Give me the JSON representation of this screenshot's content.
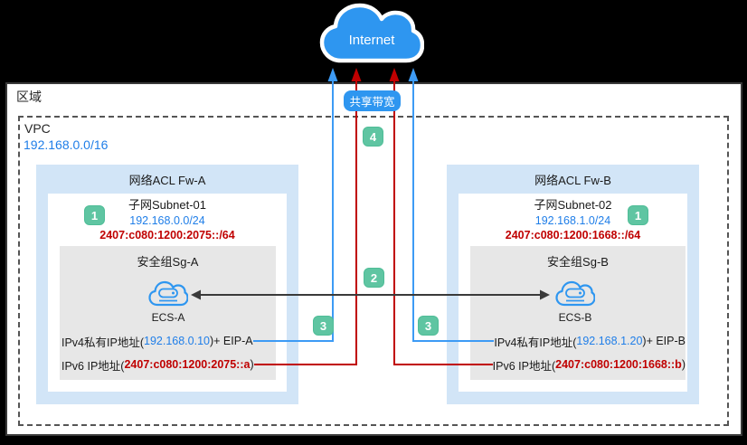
{
  "region": {
    "label": "区域"
  },
  "vpc": {
    "label": "VPC",
    "cidr": "192.168.0.0/16"
  },
  "internet": {
    "label": "Internet",
    "icon": "internet-cloud-icon"
  },
  "shared_bandwidth": {
    "label": "共享带宽"
  },
  "badges": {
    "one": "1",
    "two": "2",
    "three": "3",
    "four": "4"
  },
  "left": {
    "acl_title": "网络ACL Fw-A",
    "subnet_title": "子网Subnet-01",
    "subnet_ipv4": "192.168.0.0/24",
    "subnet_ipv6": "2407:c080:1200:2075::/64",
    "sg_title": "安全组Sg-A",
    "ecs_label": "ECS-A",
    "ecs_icon": "ecs-cloud-icon",
    "ipv4_prefix": "IPv4私有IP地址(",
    "ipv4_ip": "192.168.0.10",
    "ipv4_suffix": ")+ EIP-A",
    "ipv6_prefix": "IPv6 IP地址(",
    "ipv6_ip": "2407:c080:1200:2075::a",
    "ipv6_suffix": ")"
  },
  "right": {
    "acl_title": "网络ACL Fw-B",
    "subnet_title": "子网Subnet-02",
    "subnet_ipv4": "192.168.1.0/24",
    "subnet_ipv6": "2407:c080:1200:1668::/64",
    "sg_title": "安全组Sg-B",
    "ecs_label": "ECS-B",
    "ecs_icon": "ecs-cloud-icon",
    "ipv4_prefix": "IPv4私有IP地址(",
    "ipv4_ip": "192.168.1.20",
    "ipv4_suffix": ")+ EIP-B",
    "ipv6_prefix": "IPv6 IP地址(",
    "ipv6_ip": "2407:c080:1200:1668::b",
    "ipv6_suffix": ")"
  },
  "colors": {
    "cloud_blue": "#2e96f0",
    "badge_green": "#5fc5a2",
    "acl_light_blue": "#d2e5f7",
    "sg_gray": "#e7e7e7",
    "ip_blue_text": "#1f7ee8",
    "ip_red_text": "#c00000",
    "line_blue": "#3d9bf5",
    "line_red": "#c00000",
    "peering_arrow": "#3a3a3a"
  }
}
